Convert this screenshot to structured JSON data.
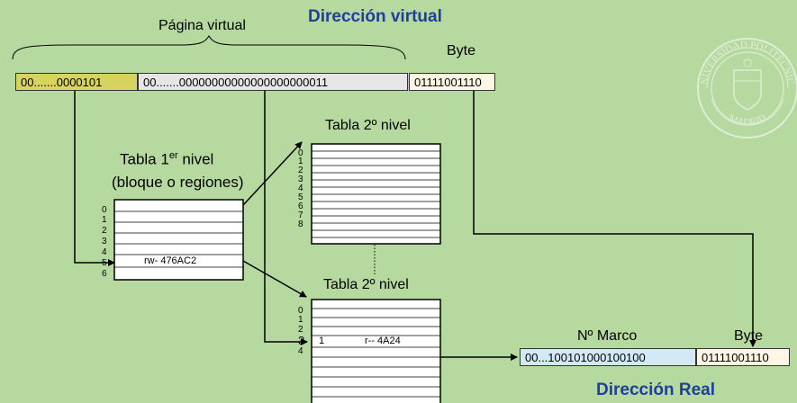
{
  "titles": {
    "virtual_address": "Dirección virtual",
    "real_address": "Dirección Real"
  },
  "labels": {
    "virtual_page": "Página virtual",
    "byte_top": "Byte",
    "first_level_main": "Tabla 1",
    "first_level_sup": "er",
    "first_level_tail": " nivel",
    "first_level_sub": "(bloque o regiones)",
    "second_level_top": "Tabla 2º nivel",
    "second_level_bottom": "Tabla 2º nivel",
    "frame_number": "Nº Marco",
    "byte_bottom": "Byte"
  },
  "virtual_address": {
    "first_level_bits": "00.......0000101",
    "second_level_bits": "00.......00000000000000000000011",
    "offset_bits": "01111001110"
  },
  "real_address": {
    "frame_bits": "00...100101000100100",
    "offset_bits": "01111001110"
  },
  "first_level_table": {
    "indices": [
      "0",
      "1",
      "2",
      "3",
      "4",
      "5",
      "6"
    ],
    "entry": "rw- 476AC2"
  },
  "second_level_table_top": {
    "indices": [
      "0",
      "1",
      "2",
      "3",
      "4",
      "5",
      "6",
      "7",
      "8"
    ]
  },
  "second_level_table_bottom": {
    "indices": [
      "0",
      "1",
      "2",
      "3",
      "4"
    ],
    "entry_left": "1",
    "entry_right": "r-- 4A24"
  },
  "seal": {
    "text_top": "UNIVERSIDAD POLITÉCNICA",
    "text_bottom": "MADRID"
  },
  "colors": {
    "background": "#b6d9a0",
    "title": "#1f3f9e",
    "first_level_field": "#d6d45e",
    "second_level_field": "#e6e6e6",
    "offset_field": "#fcf6e2",
    "frame_field": "#d4e9f6"
  }
}
